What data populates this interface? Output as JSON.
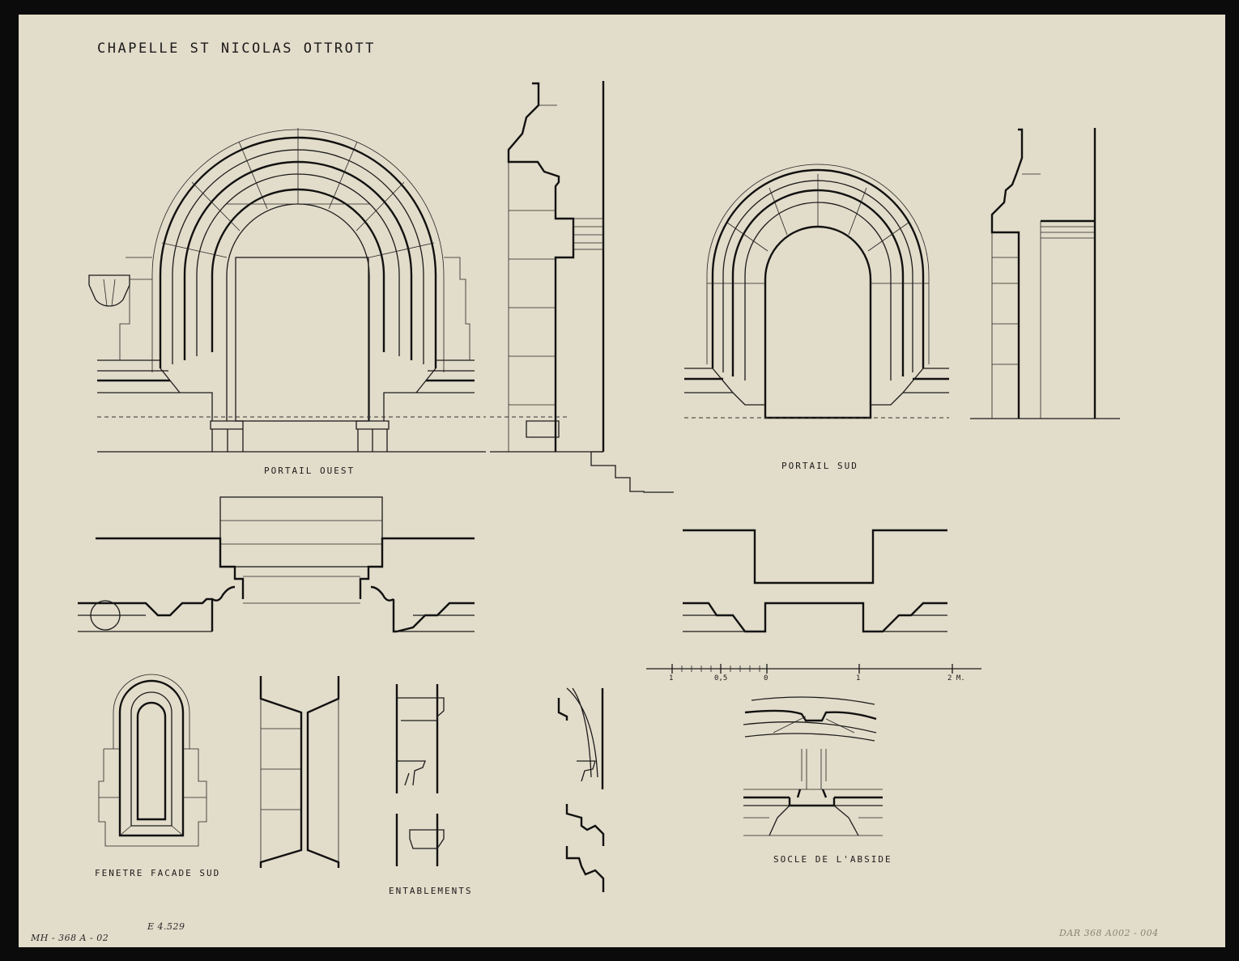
{
  "sheet": {
    "title": "CHAPELLE ST NICOLAS OTTROTT",
    "paper_color": "#e2dcca",
    "ink_color": "#1a1a1a"
  },
  "captions": {
    "portail_ouest": "PORTAIL OUEST",
    "portail_sud": "PORTAIL SUD",
    "fenetre": "FENETRE FACADE SUD",
    "entablements": "ENTABLEMENTS",
    "socle": "SOCLE DE L'ABSIDE"
  },
  "scale_bar": {
    "ticks": [
      "1",
      "0,5",
      "0",
      "1",
      "2 M."
    ]
  },
  "annotations": {
    "ref_left": "MH - 368 A - 02",
    "ref_center": "E 4.529",
    "ref_right": "DAR 368  A002 - 004"
  }
}
